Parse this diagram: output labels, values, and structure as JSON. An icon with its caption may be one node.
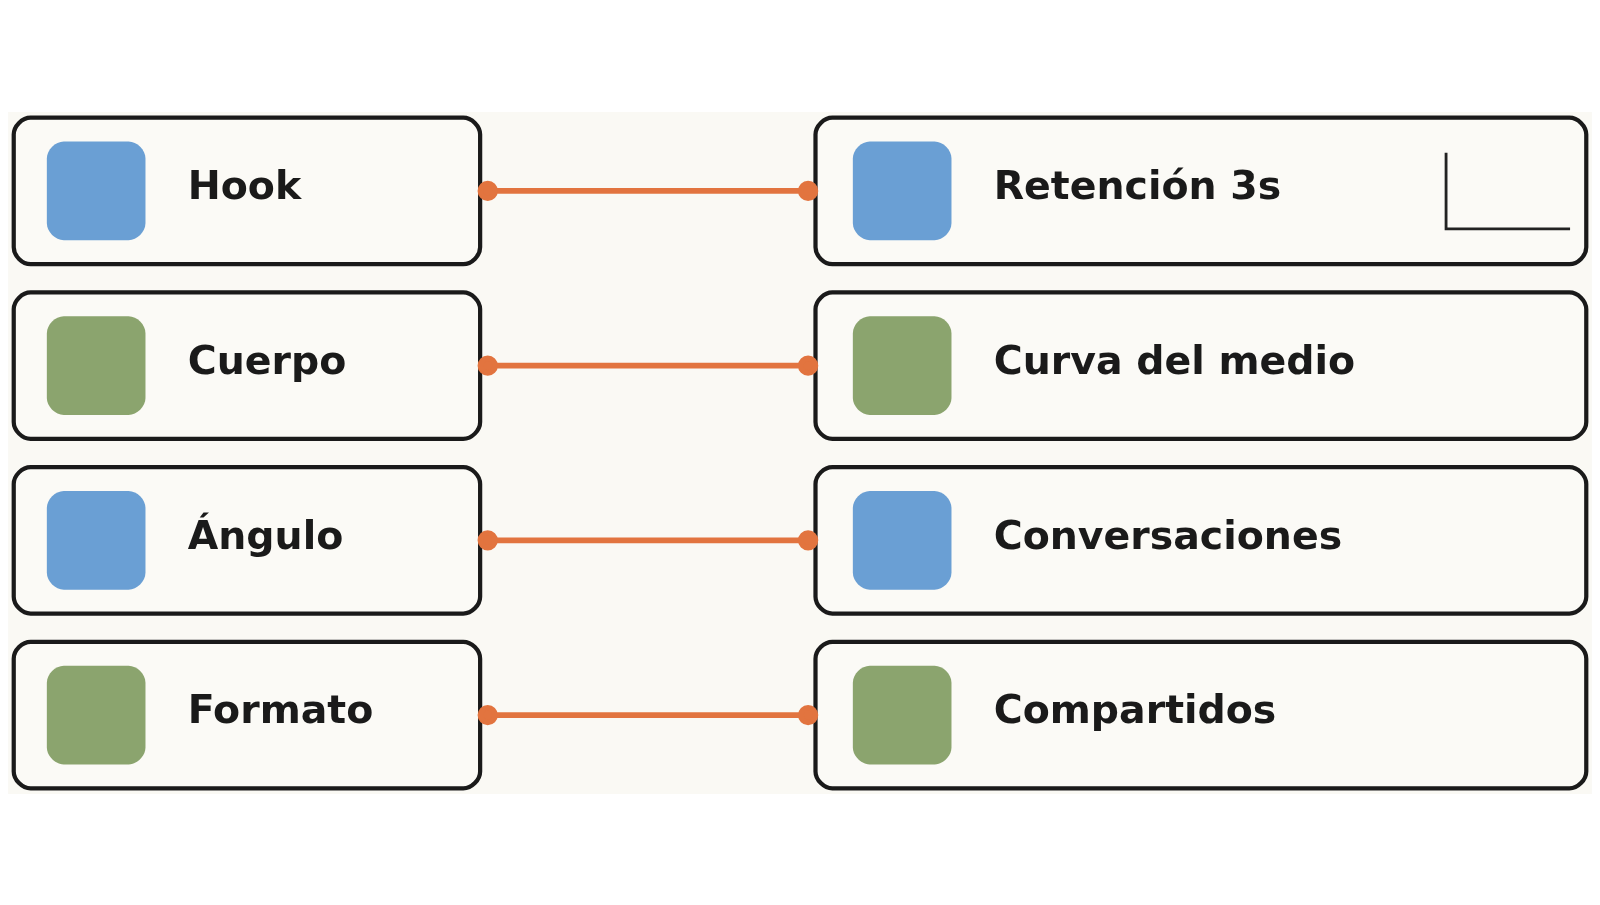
{
  "diagram": {
    "nodes": [
      {
        "text": [
          "Hook"
        ]
      },
      {
        "text": [
          "Retención 3s"
        ]
      },
      {
        "text": [
          "Cuerpo"
        ]
      },
      {
        "text": [
          "Curva del medio"
        ]
      },
      {
        "text": [
          "Ángulo"
        ]
      },
      {
        "text": [
          "Conversaciones"
        ]
      },
      {
        "text": [
          "Formato"
        ]
      },
      {
        "text": [
          "Compartidos"
        ]
      }
    ],
    "edges": [
      {
        "from": 0,
        "to": 1,
        "arrow": "other"
      },
      {
        "from": 2,
        "to": 3,
        "arrow": "other"
      },
      {
        "from": 4,
        "to": 5,
        "arrow": "other"
      },
      {
        "from": 6,
        "to": 7,
        "arrow": "other"
      }
    ]
  }
}
